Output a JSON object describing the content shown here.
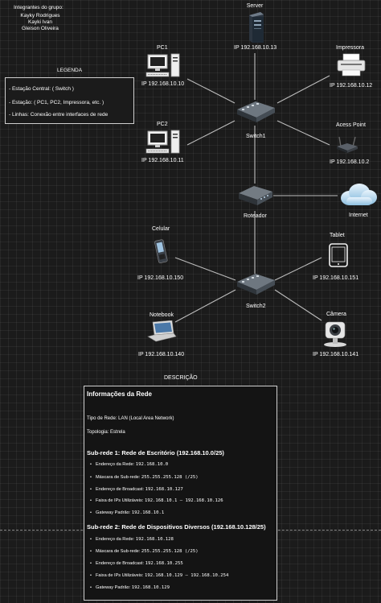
{
  "group": {
    "title": "Integrantes do grupo:",
    "members": [
      "Kayky Rodrigues",
      "Kayki Ivan",
      "Gleison Oliveira"
    ]
  },
  "legend": {
    "title": "LEGENDA",
    "items": [
      "- Estação Central: ( Switch )",
      "- Estação: ( PC1, PC2, Impressora, etc. )",
      "- Linhas: Conexão entre interfaces de rede"
    ]
  },
  "devices": {
    "server": {
      "label": "Server",
      "ip": "IP  192.168.10.13"
    },
    "pc1": {
      "label": "PC1",
      "ip": "IP  192.168.10.10"
    },
    "pc2": {
      "label": "PC2",
      "ip": "IP  192.168.10.11"
    },
    "printer": {
      "label": "Impressora",
      "ip": "IP  192.168.10.12"
    },
    "ap": {
      "label": "Acess Point",
      "ip": "IP  192.168.10.2"
    },
    "switch1": {
      "label": "Switch1"
    },
    "router": {
      "label": "Roteador"
    },
    "internet": {
      "label": "Internet"
    },
    "phone": {
      "label": "Celular",
      "ip": "IP  192.168.10.150"
    },
    "tablet": {
      "label": "Tablet",
      "ip": "IP  192.168.10.151"
    },
    "switch2": {
      "label": "Switch2"
    },
    "notebook": {
      "label": "Notebook",
      "ip": "IP  192.168.10.140"
    },
    "camera": {
      "label": "Câmera",
      "ip": "IP  192.168.10.141"
    }
  },
  "description_title": "DESCRIÇÃO",
  "info": {
    "title": "Informações da Rede",
    "network_type_label": "Tipo de Rede:",
    "network_type_value": "LAN (Local Area Network)",
    "topology_label": "Topologia:",
    "topology_value": "Estrela",
    "subnet1": {
      "title": "Sub-rede 1: Rede de Escritório (192.168.10.0/25)",
      "items": [
        {
          "label": "Endereço da Rede:",
          "value": "192.168.10.0"
        },
        {
          "label": "Máscara de Sub-rede:",
          "value": "255.255.255.128 (/25)"
        },
        {
          "label": "Endereço de Broadcast:",
          "value": "192.168.10.127"
        },
        {
          "label": "Faixa de IPs Utilizáveis:",
          "value": "192.168.10.1 – 192.168.10.126"
        },
        {
          "label": "Gateway Padrão:",
          "value": "192.168.10.1"
        }
      ]
    },
    "subnet2": {
      "title": "Sub-rede 2: Rede de Dispositivos Diversos (192.168.10.128/25)",
      "items": [
        {
          "label": "Endereço da Rede:",
          "value": "192.168.10.128"
        },
        {
          "label": "Máscara de Sub-rede:",
          "value": "255.255.255.128 (/25)"
        },
        {
          "label": "Endereço de Broadcast:",
          "value": "192.168.10.255"
        },
        {
          "label": "Faixa de IPs Utilizáveis:",
          "value": "192.168.10.129 – 192.168.10.254"
        },
        {
          "label": "Gateway Padrão:",
          "value": "192.168.10.129"
        }
      ]
    }
  }
}
